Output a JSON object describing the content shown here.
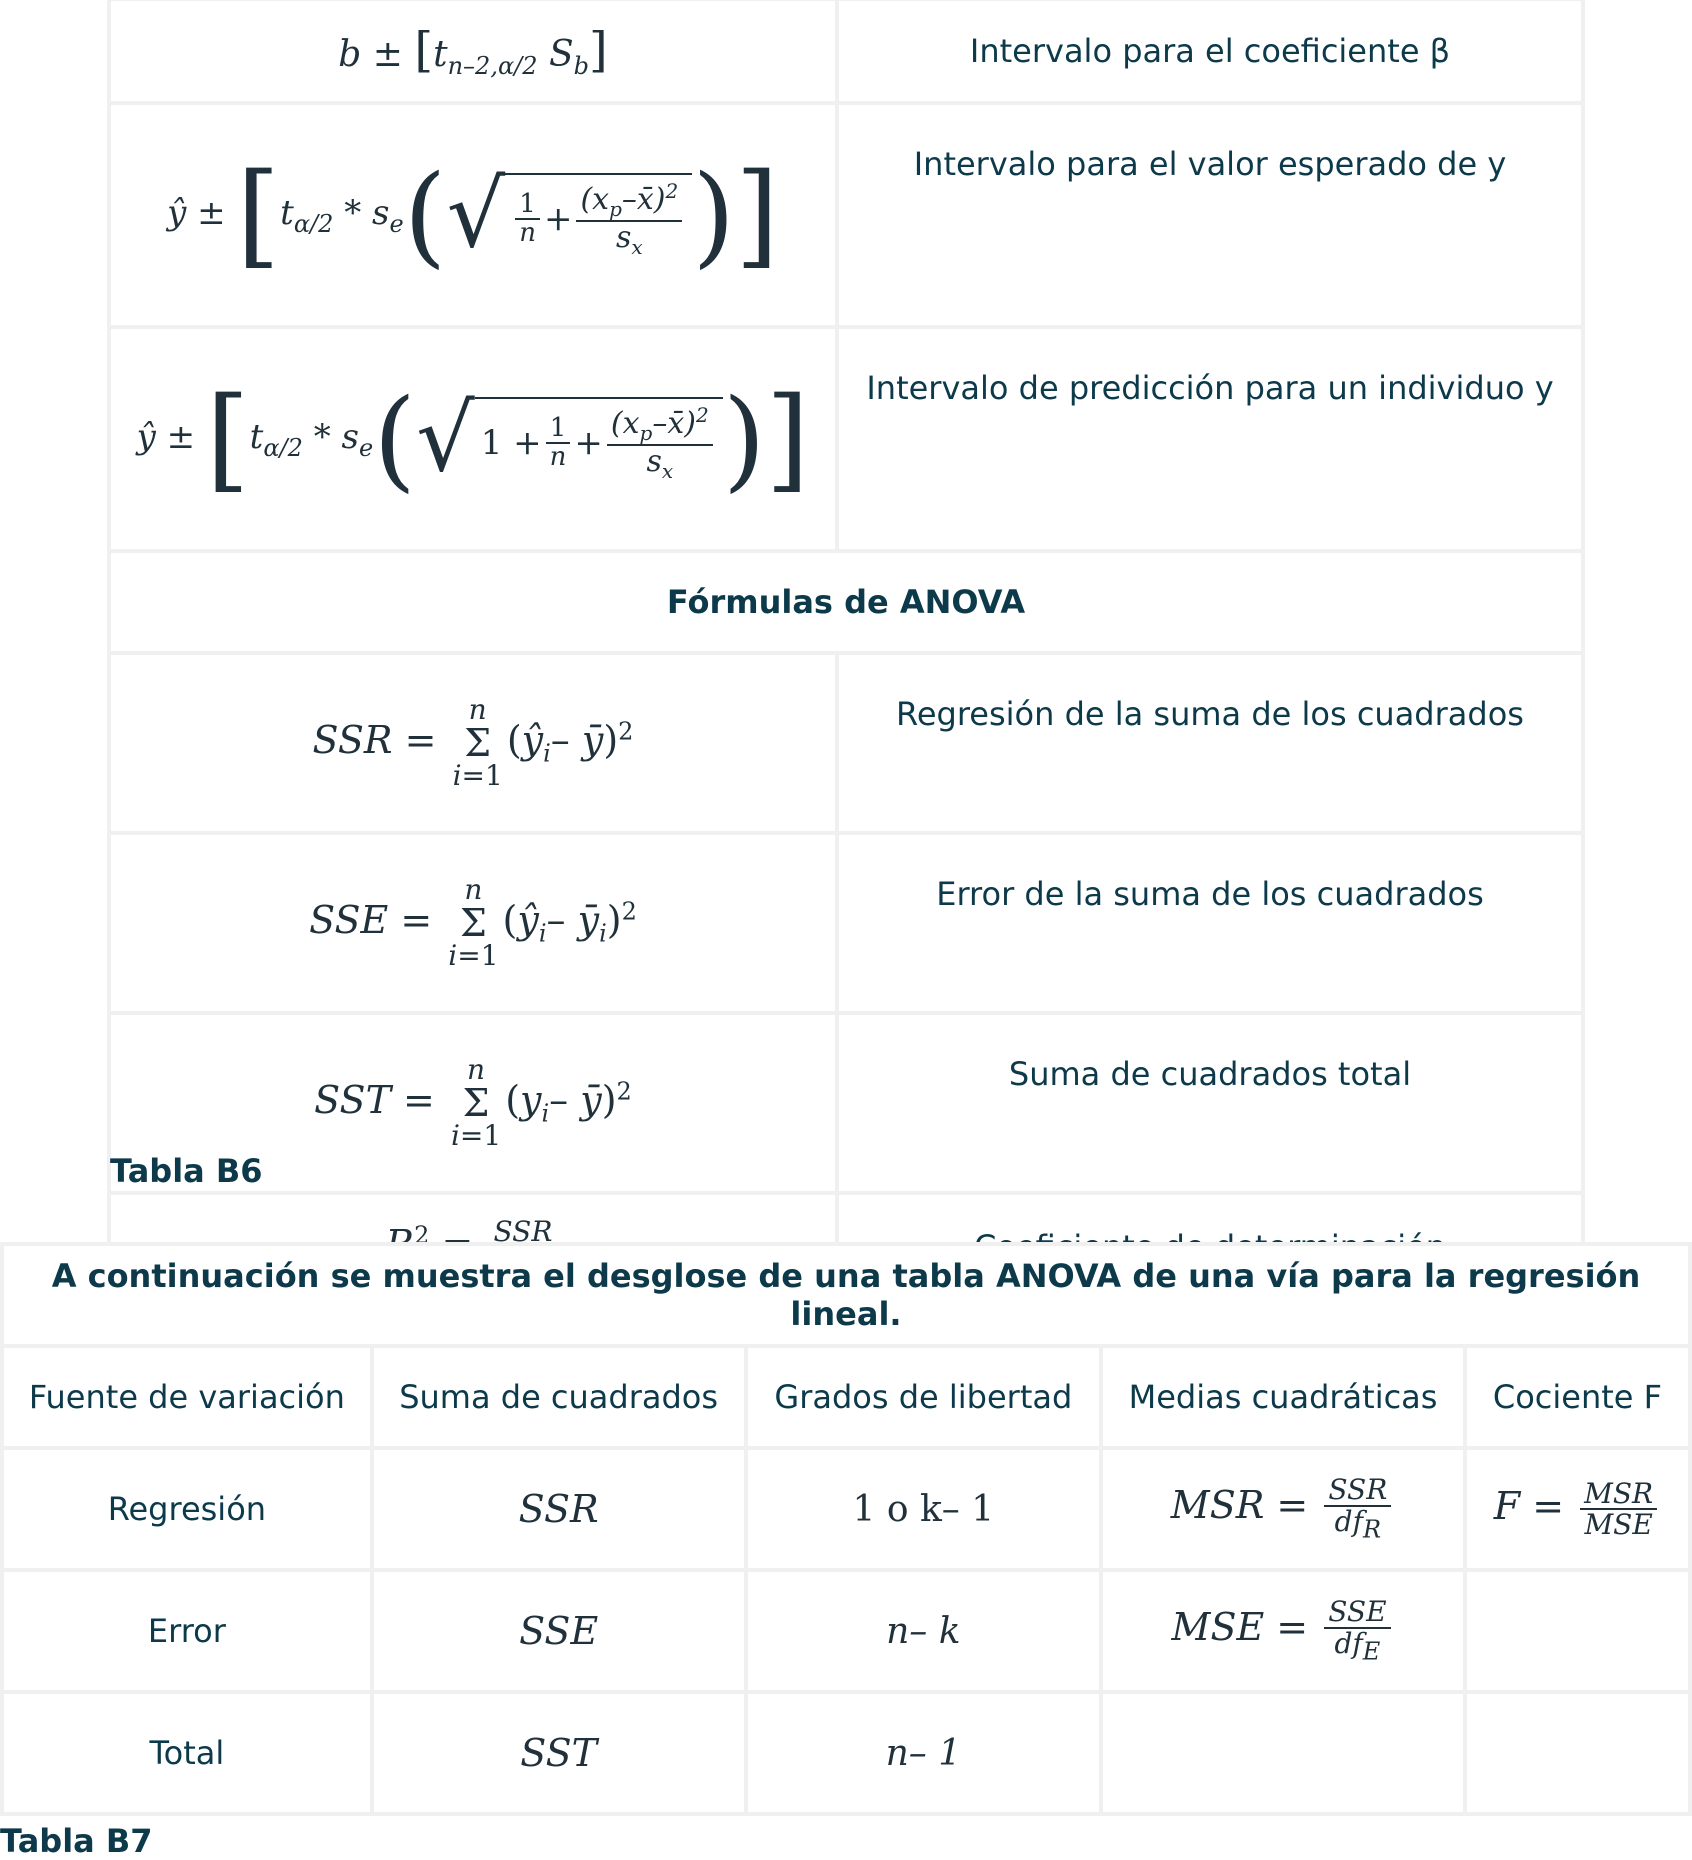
{
  "table_b6": {
    "rows": [
      {
        "description": "Intervalo para el coeficiente β"
      },
      {
        "description": "Intervalo para el valor esperado de y"
      },
      {
        "description": "Intervalo de predicción para un individuo y"
      }
    ],
    "anova_heading": "Fórmulas de ANOVA",
    "anova_rows": [
      {
        "description": "Regresión de la suma de los cuadrados"
      },
      {
        "description": "Error de la suma de los cuadrados"
      },
      {
        "description": "Suma de cuadrados total"
      },
      {
        "description": "Coeficiente de determinación"
      }
    ],
    "caption": "Tabla B6"
  },
  "table_b7": {
    "title": "A continuación se muestra el desglose de una tabla ANOVA de una vía para la regresión lineal.",
    "columns": [
      "Fuente de variación",
      "Suma de cuadrados",
      "Grados de libertad",
      "Medias cuadráticas",
      "Cociente F"
    ],
    "rows": [
      {
        "source": "Regresión",
        "ss": "SSR",
        "df": "1 o k– 1"
      },
      {
        "source": "Error",
        "ss": "SSE",
        "df": "n– k"
      },
      {
        "source": "Total",
        "ss": "SST",
        "df": "n– 1"
      }
    ],
    "caption": "Tabla B7"
  }
}
